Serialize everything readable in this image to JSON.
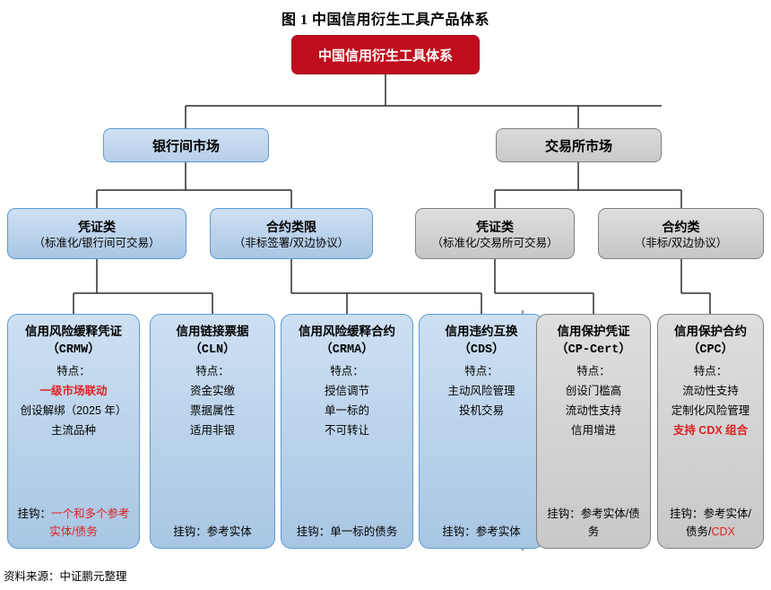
{
  "figure": {
    "title": "图 1   中国信用衍生工具产品体系",
    "source": "资料来源：中证鹏元整理"
  },
  "colors": {
    "root_red": "#C00D1E",
    "highlight_red": "#E02020",
    "blue_border": "#5B9BD5",
    "blue_fill": "#CDE0F2",
    "gray_border": "#808080",
    "gray_fill": "#DEDEDE"
  },
  "root": {
    "label": "中国信用衍生工具体系"
  },
  "markets": [
    {
      "label": "银行间市场",
      "theme": "blue"
    },
    {
      "label": "交易所市场",
      "theme": "gray"
    }
  ],
  "categories": [
    {
      "head": "凭证类",
      "sub": "（标准化/银行间可交易）",
      "theme": "blue"
    },
    {
      "head": "合约类限",
      "sub": "（非标签署/双边协议）",
      "theme": "blue"
    },
    {
      "head": "凭证类",
      "sub": "（标准化/交易所可交易）",
      "theme": "gray"
    },
    {
      "head": "合约类",
      "sub": "（非标/双边协议）",
      "theme": "gray"
    }
  ],
  "products": [
    {
      "name": "信用风险缓释凭证",
      "abbr": "（CRMW）",
      "feature_label": "特点：",
      "features": [
        {
          "text": "一级市场联动",
          "red": true
        },
        {
          "text": "创设解绑（2025 年）",
          "red": false
        },
        {
          "text": "主流品种",
          "red": false
        }
      ],
      "link_prefix": "挂钩：",
      "link_value": "一个和多个参考实体/债务",
      "link_value_red": true,
      "theme": "blue"
    },
    {
      "name": "信用链接票据",
      "abbr": "（CLN）",
      "feature_label": "特点：",
      "features": [
        {
          "text": "资金实缴",
          "red": false
        },
        {
          "text": "票据属性",
          "red": false
        },
        {
          "text": "适用非银",
          "red": false
        }
      ],
      "link_prefix": "挂钩：",
      "link_value": "参考实体",
      "link_value_red": false,
      "theme": "blue"
    },
    {
      "name": "信用风险缓释合约",
      "abbr": "（CRMA）",
      "feature_label": "特点：",
      "features": [
        {
          "text": "授信调节",
          "red": false
        },
        {
          "text": "单一标的",
          "red": false
        },
        {
          "text": "不可转让",
          "red": false
        }
      ],
      "link_prefix": "挂钩：",
      "link_value": "单一标的债务",
      "link_value_red": false,
      "theme": "blue"
    },
    {
      "name": "信用违约互换",
      "abbr": "（CDS）",
      "feature_label": "特点：",
      "features": [
        {
          "text": "主动风险管理",
          "red": false
        },
        {
          "text": "投机交易",
          "red": false
        }
      ],
      "link_prefix": "挂钩：",
      "link_value": "参考实体",
      "link_value_red": false,
      "theme": "blue"
    },
    {
      "name": "信用保护凭证",
      "abbr": "（CP-Cert）",
      "feature_label": "特点：",
      "features": [
        {
          "text": "创设门槛高",
          "red": false
        },
        {
          "text": "流动性支持",
          "red": false
        },
        {
          "text": "信用增进",
          "red": false
        }
      ],
      "link_prefix": "挂钩：",
      "link_value": "参考实体/债务",
      "link_value_red": false,
      "theme": "gray"
    },
    {
      "name": "信用保护合约",
      "abbr": "（CPC）",
      "feature_label": "特点：",
      "features": [
        {
          "text": "流动性支持",
          "red": false
        },
        {
          "text": "定制化风险管理",
          "red": false
        },
        {
          "text": "支持 CDX 组合",
          "red": true
        }
      ],
      "link_prefix": "挂钩：",
      "link_value": "参考实体/债务/",
      "link_suffix_red": "CDX",
      "link_value_red": false,
      "theme": "gray"
    }
  ]
}
